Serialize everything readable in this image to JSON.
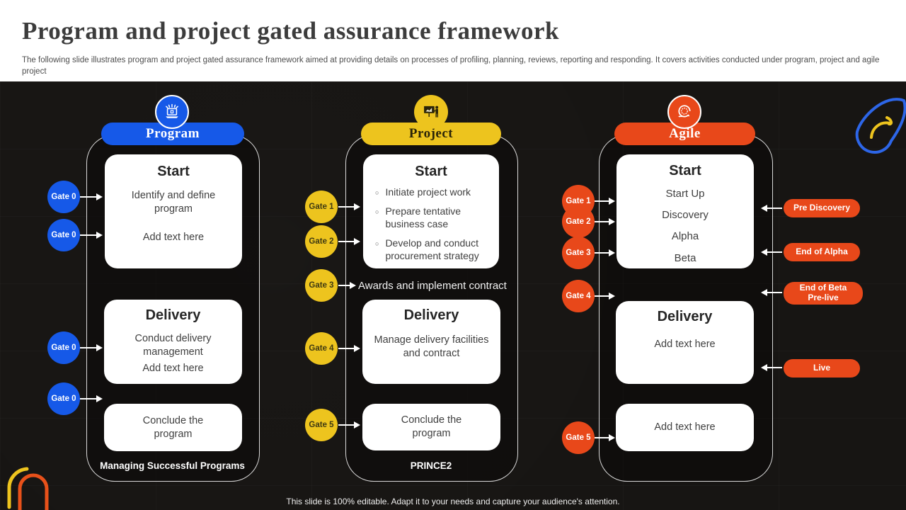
{
  "slide": {
    "title": "Program and project gated assurance framework",
    "subtitle": "The following slide illustrates program and project gated assurance framework aimed at providing details on processes of profiling, planning, reviews, reporting and responding. It covers activities conducted under program, project and agile project",
    "footer": "This slide is 100% editable. Adapt it to your needs and capture your audience's attention."
  },
  "colors": {
    "program_blue": "#1659e8",
    "project_yellow": "#edc41e",
    "agile_orange": "#e8481a",
    "box_white": "#ffffff",
    "background_dark": "#171513"
  },
  "program": {
    "header": "Program",
    "icon": "presentation-laptop-icon",
    "gates": [
      "Gate 0",
      "Gate 0",
      "Gate 0",
      "Gate 0"
    ],
    "start_title": "Start",
    "start_line1": "Identify  and define program",
    "start_line2": "Add text here",
    "delivery_title": "Delivery",
    "delivery_line1": "Conduct delivery management",
    "delivery_line2": "Add text here",
    "conclude": "Conclude the program",
    "bottom_label": "Managing Successful Programs"
  },
  "project": {
    "header": "Project",
    "icon": "presenter-board-icon",
    "gates": [
      "Gate 1",
      "Gate 2",
      "Gate 3",
      "Gate 4",
      "Gate 5"
    ],
    "start_title": "Start",
    "bullets": [
      "Initiate  project work",
      "Prepare tentative business case",
      "Develop and conduct procurement strategy"
    ],
    "awards_text": "Awards and implement contract",
    "delivery_title": "Delivery",
    "delivery_line1": "Manage delivery facilities and contract",
    "conclude": "Conclude the program",
    "bottom_label": "PRINCE2"
  },
  "agile": {
    "header": "Agile",
    "icon": "iteration-arrows-icon",
    "gates": [
      "Gate 1",
      "Gate 2",
      "Gate 3",
      "Gate 4",
      "Gate 5"
    ],
    "start_title": "Start",
    "phases": [
      "Start Up",
      "Discovery",
      "Alpha",
      "Beta"
    ],
    "delivery_title": "Delivery",
    "delivery_line1": "Add text here",
    "bottom_box": "Add text here",
    "milestones": [
      "Pre Discovery",
      "End  of Alpha",
      "End  of Beta Pre-live",
      "Live"
    ]
  }
}
